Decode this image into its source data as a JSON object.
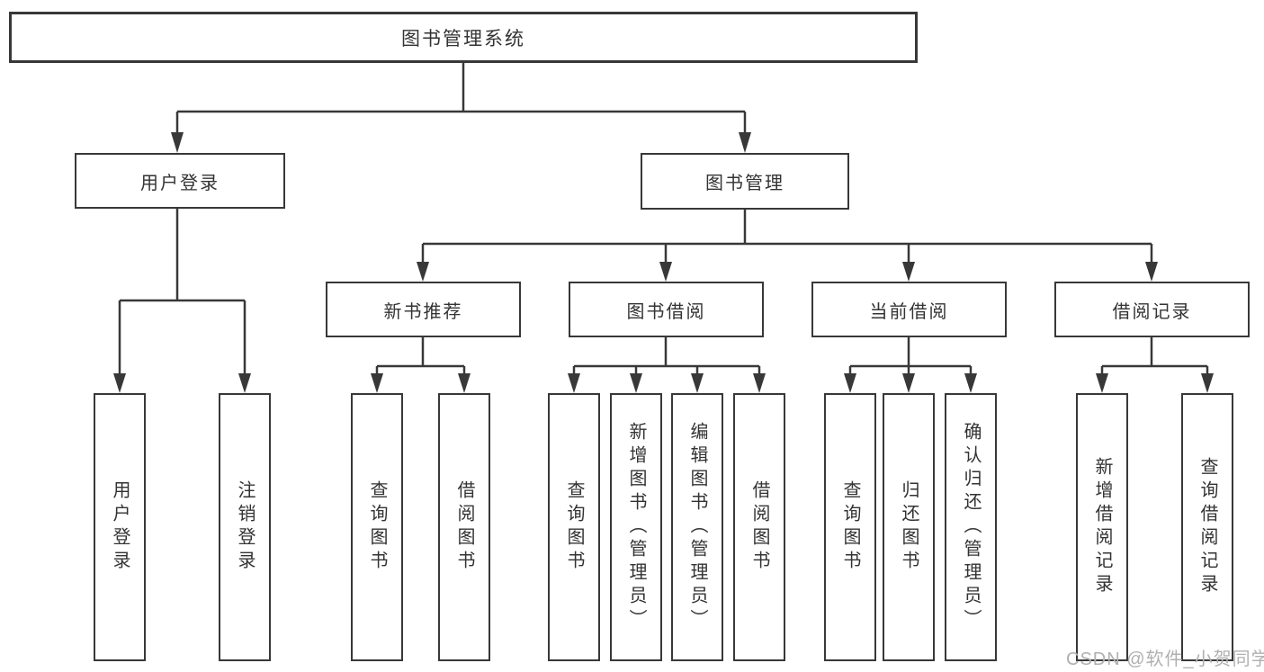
{
  "diagram": {
    "root": {
      "label": "图书管理系统"
    },
    "branches": [
      {
        "label": "用户登录",
        "children": [
          {
            "label": "用户登录"
          },
          {
            "label": "注销登录"
          }
        ]
      },
      {
        "label": "图书管理",
        "children": [
          {
            "label": "新书推荐",
            "children": [
              {
                "label": "查询图书"
              },
              {
                "label": "借阅图书"
              }
            ]
          },
          {
            "label": "图书借阅",
            "children": [
              {
                "label": "查询图书"
              },
              {
                "label": "新增图书（管理员）"
              },
              {
                "label": "编辑图书（管理员）"
              },
              {
                "label": "借阅图书"
              }
            ]
          },
          {
            "label": "当前借阅",
            "children": [
              {
                "label": "查询图书"
              },
              {
                "label": "归还图书"
              },
              {
                "label": "确认归还（管理员）"
              }
            ]
          },
          {
            "label": "借阅记录",
            "children": [
              {
                "label": "新增借阅记录"
              },
              {
                "label": "查询借阅记录"
              }
            ]
          }
        ]
      }
    ]
  },
  "watermark": {
    "text": "CSDN @软件_小贺同学"
  },
  "colors": {
    "line": "#383838",
    "box_border": "#383838",
    "box_fill": "#ffffff",
    "text": "#333333",
    "watermark": "#b0b0b0",
    "background": "#ffffff"
  }
}
